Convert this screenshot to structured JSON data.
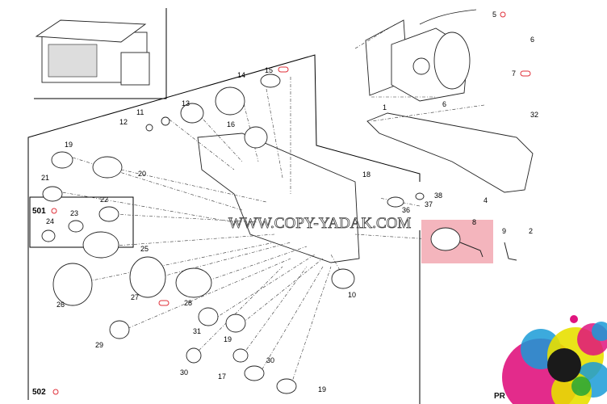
{
  "diagram": {
    "watermark": "WWW.COPY-YADAK.COM",
    "corner_text": "PR",
    "accent_red": "#e0303a",
    "highlight_color": "#f4b5bd",
    "labels": [
      "5",
      "6",
      "7",
      "6",
      "1",
      "32",
      "15",
      "14",
      "13",
      "11",
      "12",
      "16",
      "19",
      "21",
      "20",
      "18",
      "38",
      "37",
      "36",
      "4",
      "22",
      "501",
      "23",
      "24",
      "8",
      "9",
      "2",
      "25",
      "26",
      "27",
      "28",
      "10",
      "31",
      "19",
      "29",
      "30",
      "30",
      "17",
      "19",
      "502"
    ],
    "set_icon": "set-reference-icon"
  }
}
